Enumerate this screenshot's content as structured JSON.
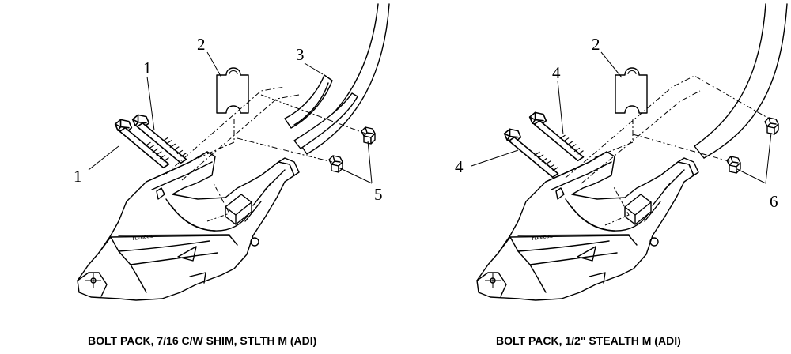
{
  "captions": {
    "left": "BOLT PACK, 7/16 C/W SHIM, STLTH M (ADI)",
    "right": "BOLT PACK, 1/2\" STEALTH M (ADI)"
  },
  "left_callouts": {
    "bolt_upper": "1",
    "bolt_lower": "1",
    "shim": "2",
    "spacer": "3",
    "nuts": "5"
  },
  "right_callouts": {
    "bolt_upper": "4",
    "bolt_lower": "4",
    "shim": "2",
    "nuts": "6"
  },
  "stamp_text": "FLEXICOIL"
}
